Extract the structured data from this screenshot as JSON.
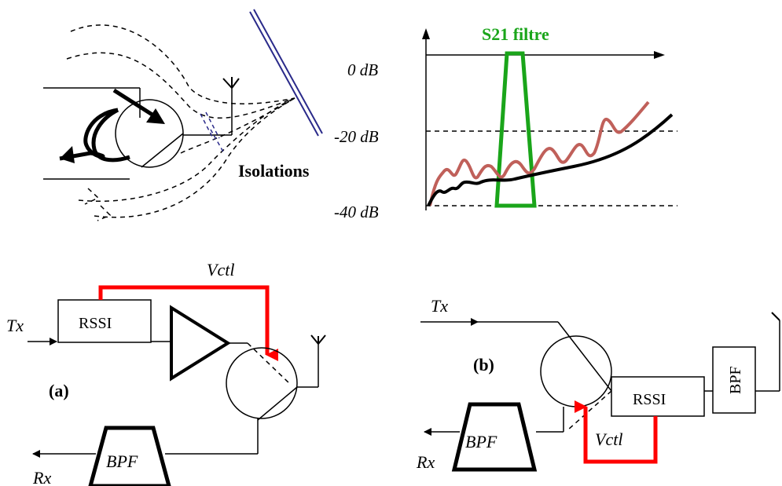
{
  "top_left": {
    "label": "Isolations"
  },
  "top_right": {
    "filter_label": "S21 filtre",
    "filter_color": "#1aa51a",
    "reflection_color": "#c0605a",
    "leakage_color": "#000000",
    "axis_labels": [
      "0 dB",
      "-20 dB",
      "-40 dB"
    ]
  },
  "diagram_a": {
    "tag": "(a)",
    "tx": "Tx",
    "rx": "Rx",
    "rssi": "RSSI",
    "bpf": "BPF",
    "vctl": "Vctl",
    "control_color": "#ff0000"
  },
  "diagram_b": {
    "tag": "(b)",
    "tx": "Tx",
    "rx": "Rx",
    "rssi": "RSSI",
    "bpf_rx": "BPF",
    "bpf_ant": "BPF",
    "vctl": "Vctl",
    "control_color": "#ff0000"
  }
}
